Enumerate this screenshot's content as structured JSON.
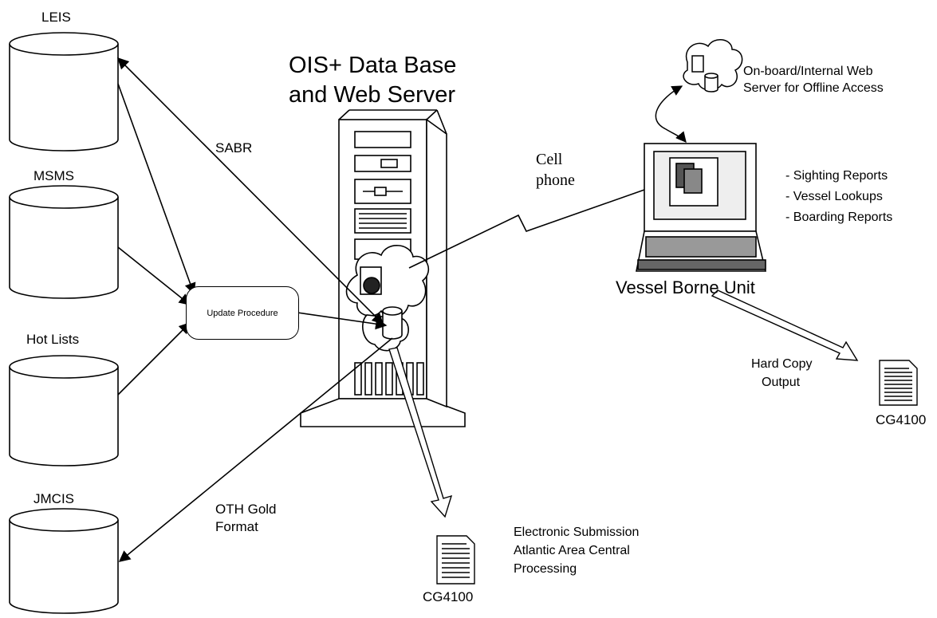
{
  "databases": [
    {
      "label": "LEIS"
    },
    {
      "label": "MSMS"
    },
    {
      "label": "Hot Lists"
    },
    {
      "label": "JMCIS"
    }
  ],
  "server": {
    "title_line1": "OIS+ Data Base",
    "title_line2": "and Web Server"
  },
  "update_procedure": {
    "label": "Update Procedure"
  },
  "links": {
    "sabr": "SABR",
    "oth_line1": "OTH Gold",
    "oth_line2": "Format",
    "cell_line1": "Cell",
    "cell_line2": "phone"
  },
  "internal_web": {
    "line1": "On-board/Internal Web",
    "line2": "Server for Offline Access"
  },
  "vessel": {
    "label": "Vessel Borne Unit",
    "features": [
      "- Sighting Reports",
      "- Vessel Lookups",
      "- Boarding Reports"
    ]
  },
  "hard_copy": {
    "line1": "Hard Copy",
    "line2": "Output",
    "doc_label": "CG4100"
  },
  "electronic": {
    "line1": "Electronic Submission",
    "line2": "Atlantic Area Central",
    "line3": "Processing",
    "doc_label": "CG4100"
  }
}
